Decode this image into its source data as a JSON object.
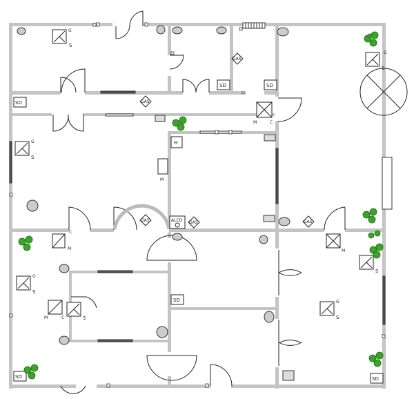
{
  "labels": {
    "smoke_detector": "SD",
    "gas_detector": "GAS",
    "heat_detector": "H",
    "sensor_s": "S",
    "sensor_g": "G",
    "sensor_c": "C",
    "sensor_m": "M",
    "alco": "ALCO"
  },
  "colors": {
    "wall": "#c4c4c4",
    "line": "#222222",
    "plant": "#3aa52a"
  }
}
